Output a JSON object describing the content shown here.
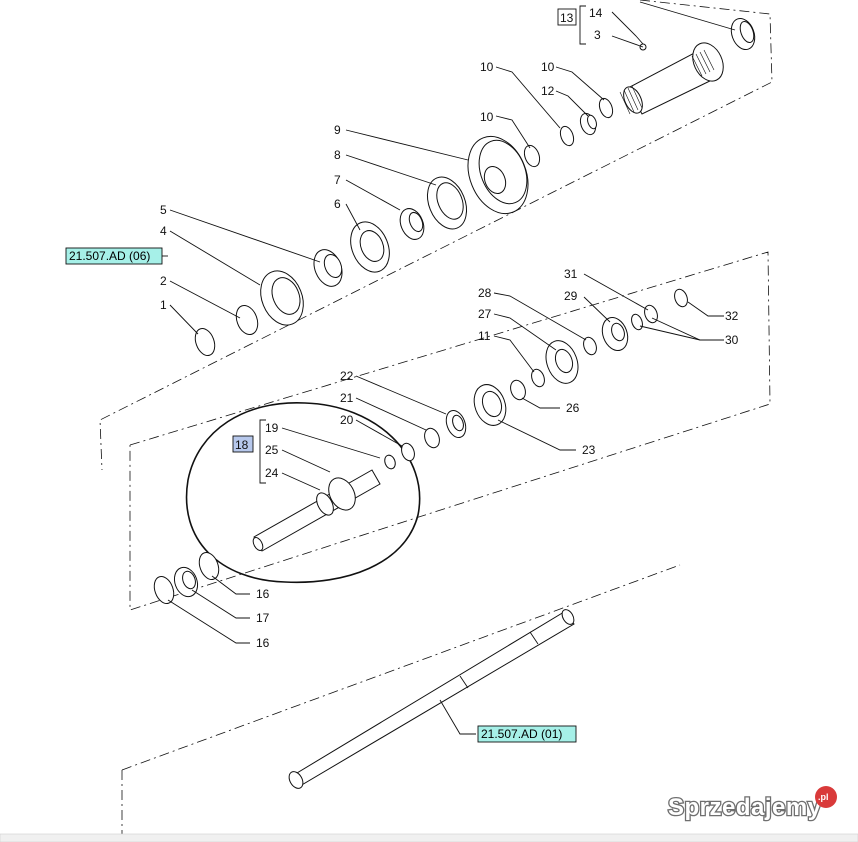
{
  "callouts": {
    "c14": "14",
    "c3": "3",
    "c13": "13",
    "c10a": "10",
    "c10b": "10",
    "c12": "12",
    "c10c": "10",
    "c9": "9",
    "c8": "8",
    "c7": "7",
    "c6": "6",
    "c5": "5",
    "c4": "4",
    "c2": "2",
    "c1": "1",
    "c31": "31",
    "c29": "29",
    "c32": "32",
    "c30": "30",
    "c28": "28",
    "c27": "27",
    "c11": "11",
    "c26": "26",
    "c22": "22",
    "c21": "21",
    "c20": "20",
    "c23": "23",
    "c19": "19",
    "c25": "25",
    "c24": "24",
    "c18": "18",
    "c16a": "16",
    "c17": "17",
    "c16b": "16"
  },
  "references": {
    "ref_top": "21.507.AD (06)",
    "ref_bottom": "21.507.AD (01)"
  },
  "colors": {
    "reference_fill": "#a6f0e8",
    "group18_fill": "#b7c8ec",
    "watermark_badge": "#d93a3a"
  },
  "watermark": {
    "text": "Sprzedajemy",
    "badge": ".pl"
  }
}
